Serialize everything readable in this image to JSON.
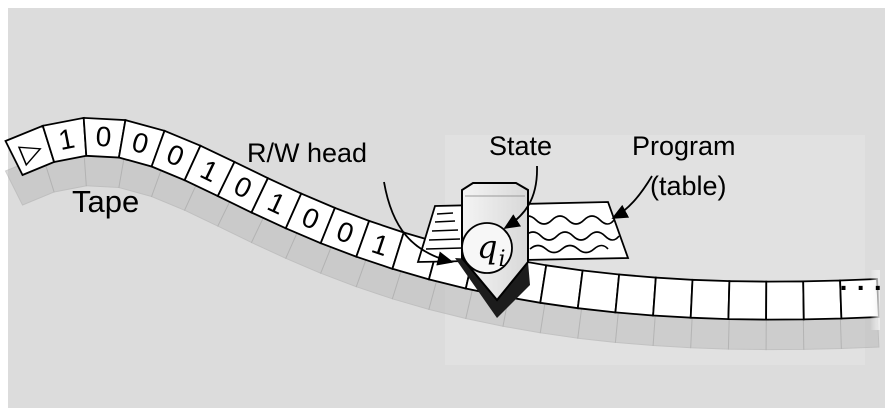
{
  "labels": {
    "tape": "Tape",
    "rw_head": "R/W head",
    "state": "State",
    "program_line1": "Program",
    "program_line2": "(table)"
  },
  "state_symbol": {
    "base": "q",
    "subscript": "i"
  },
  "tape": {
    "start_marker": "▷",
    "symbols": [
      "1",
      "0",
      "0",
      "0",
      "1",
      "0",
      "1",
      "0",
      "0",
      "1"
    ],
    "ellipsis": "· · ·"
  },
  "colors": {
    "background": "#dcdcdc",
    "cell_fill": "#ffffff",
    "shadow": "#bdbdbd",
    "ink": "#000000"
  }
}
